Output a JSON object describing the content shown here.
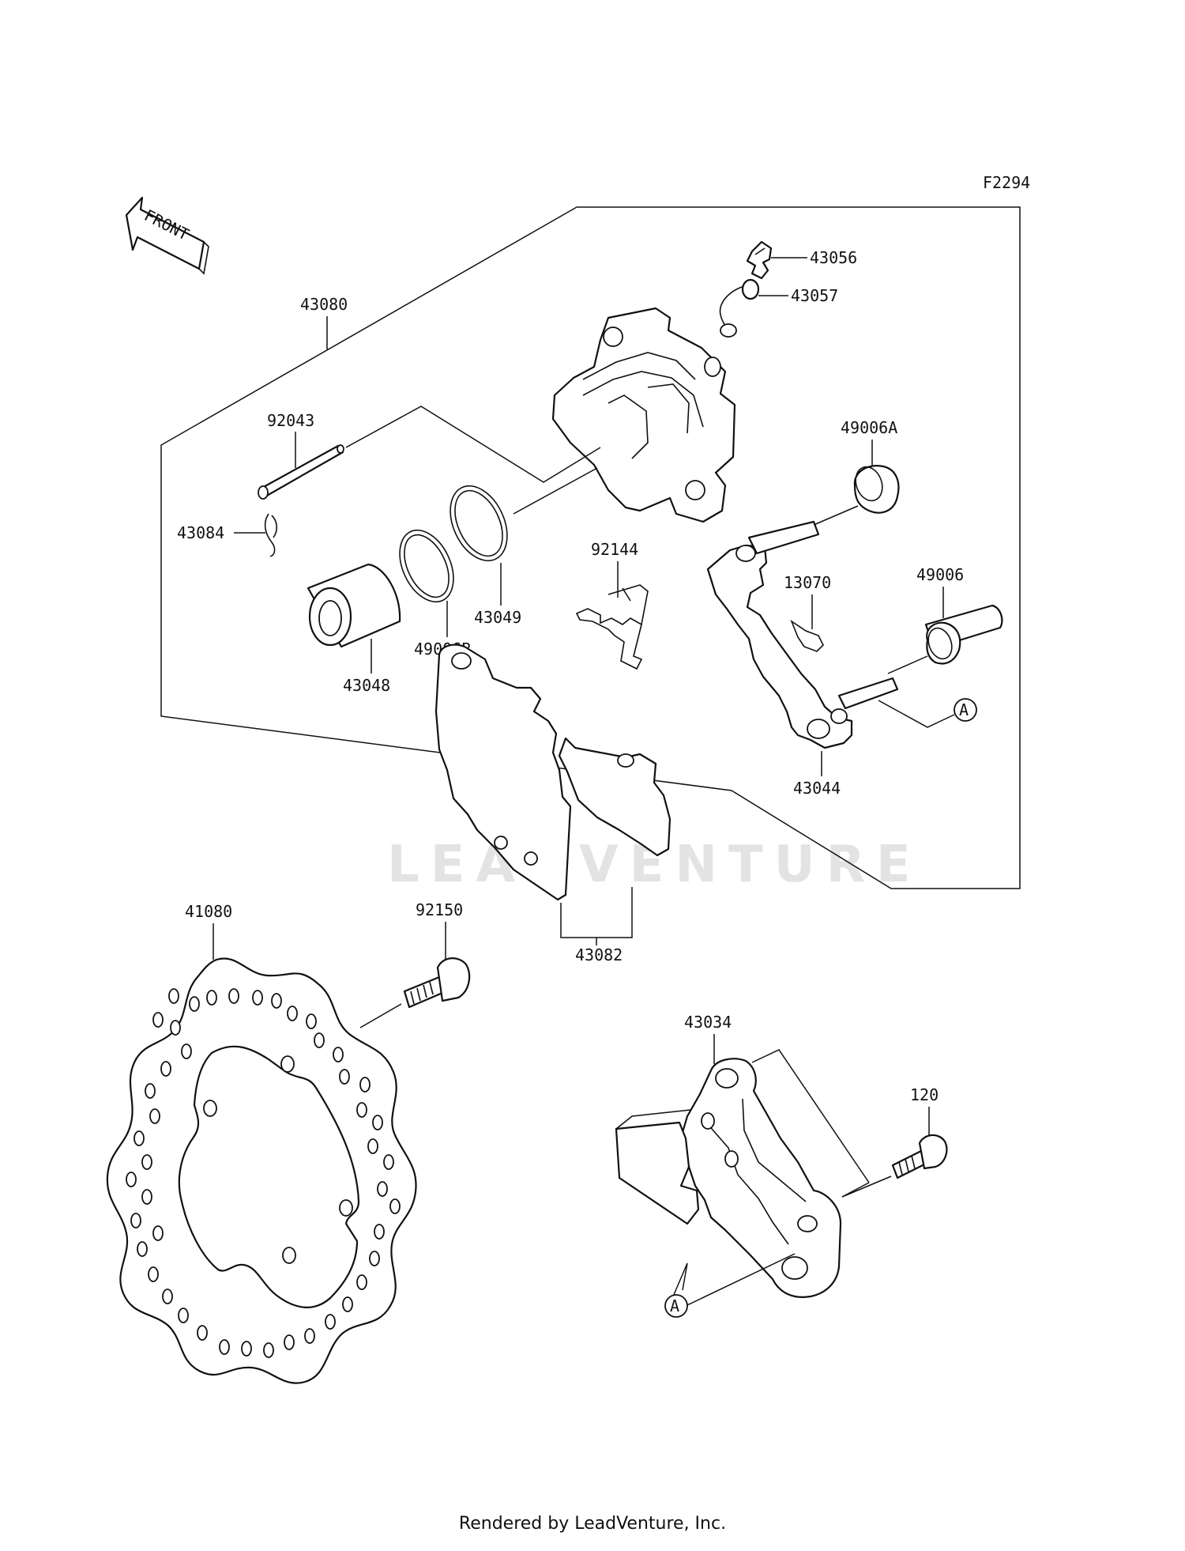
{
  "figure_code": "F2294",
  "front_label": "FRONT",
  "watermark": "LEADVENTURE",
  "footer": "Rendered by LeadVenture, Inc.",
  "reference_marker": "A",
  "parts": {
    "p43056": "43056",
    "p43057": "43057",
    "p43080": "43080",
    "p92043": "92043",
    "p43084": "43084",
    "p49006A": "49006A",
    "p92144": "92144",
    "p13070": "13070",
    "p49006": "49006",
    "p43049": "43049",
    "p49006B": "49006B",
    "p43048": "43048",
    "p43044": "43044",
    "p41080": "41080",
    "p92150": "92150",
    "p43082": "43082",
    "p43034": "43034",
    "p120": "120"
  }
}
